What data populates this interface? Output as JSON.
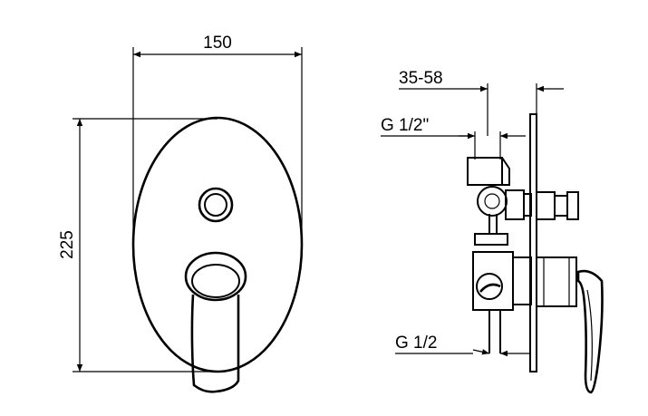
{
  "dimensions": {
    "width": "150",
    "height": "225",
    "depth_range": "35-58",
    "thread_top": "G 1/2\"",
    "thread_bottom": "G 1/2"
  }
}
